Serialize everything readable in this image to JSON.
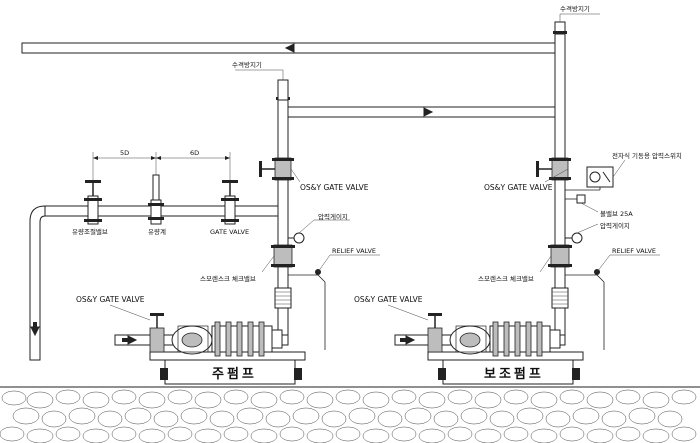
{
  "labels": {
    "water_hammer_arrester_top": "수격방지기",
    "water_hammer_arrester_mid": "수격방지기",
    "flow_control_valve": "유량조절밸브",
    "flow_meter": "유량계",
    "gate_valve": "GATE VALVE",
    "dim_5d": "5D",
    "dim_6d": "6D",
    "osy_gate_valve_upper_left": "OS&Y GATE VALVE",
    "osy_gate_valve_upper_right": "OS&Y GATE VALVE",
    "osy_gate_valve_lower_left": "OS&Y GATE VALVE",
    "osy_gate_valve_lower_right": "OS&Y GATE VALVE",
    "pressure_gauge_left": "압력게이지",
    "pressure_gauge_right": "압력게이지",
    "relief_valve_left": "RELIEF VALVE",
    "relief_valve_right": "RELIEF VALVE",
    "check_valve_left": "스모렌스크 체크밸브",
    "check_valve_right": "스모렌스크 체크밸브",
    "pressure_switch": "전자식 기동용 압력스위치",
    "ball_valve": "볼밸브 25A",
    "main_pump": "주펌프",
    "aux_pump": "보조펌프"
  }
}
